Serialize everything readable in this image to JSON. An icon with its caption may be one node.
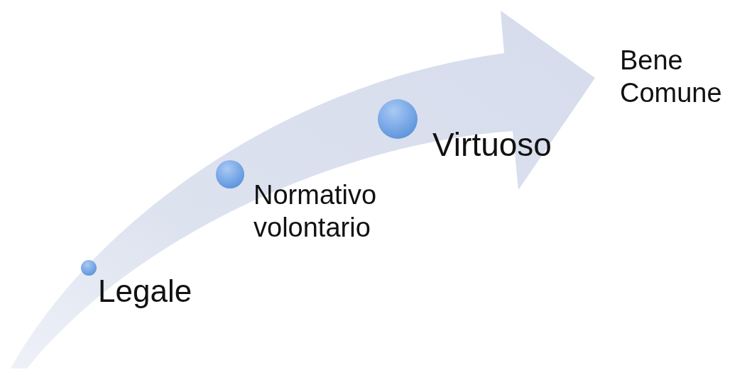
{
  "diagram": {
    "nodes": [
      {
        "text": [
          "Legale"
        ]
      },
      {
        "text": [
          "Normativo volontario"
        ]
      },
      {
        "text": [
          "Virtuoso"
        ]
      },
      {
        "text": [
          "Bene Comune"
        ]
      }
    ]
  }
}
